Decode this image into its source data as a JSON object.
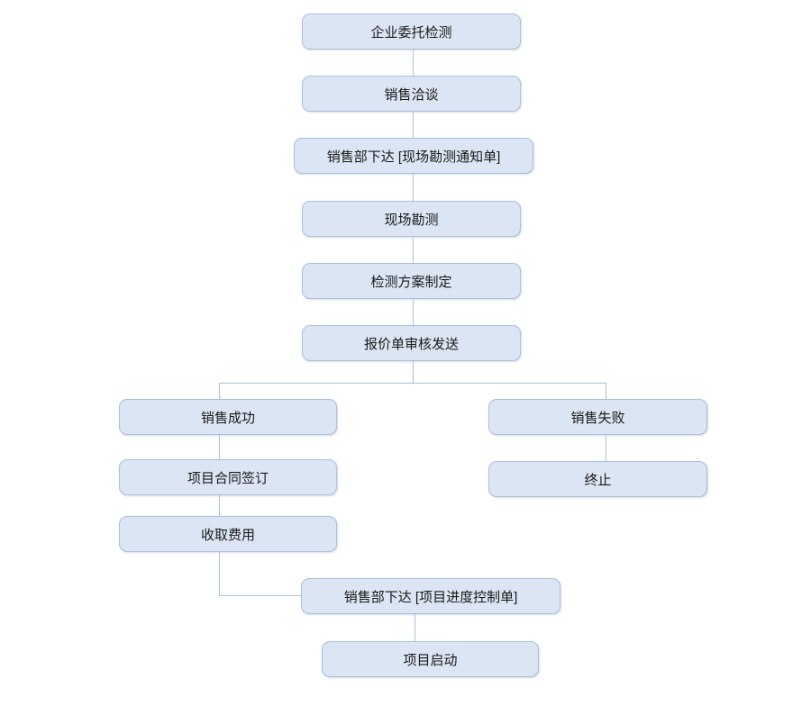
{
  "diagram": {
    "type": "flowchart",
    "background": "#ffffff",
    "node_fill": "#dbe5f3",
    "node_border": "#a9c0dd",
    "connector_color": "#a9c0dd",
    "text_color": "#1a1a1a",
    "nodes": [
      {
        "id": "enterprise-commission",
        "label": "企业委托检测"
      },
      {
        "id": "sales-negotiation",
        "label": "销售洽谈"
      },
      {
        "id": "survey-notice",
        "label": "销售部下达 [现场勘测通知单]"
      },
      {
        "id": "site-survey",
        "label": "现场勘测"
      },
      {
        "id": "test-plan",
        "label": "检测方案制定"
      },
      {
        "id": "quotation-review",
        "label": "报价单审核发送"
      },
      {
        "id": "sales-success",
        "label": "销售成功"
      },
      {
        "id": "sales-failure",
        "label": "销售失败"
      },
      {
        "id": "contract-signing",
        "label": "项目合同签订"
      },
      {
        "id": "terminate",
        "label": "终止"
      },
      {
        "id": "collect-fee",
        "label": "收取费用"
      },
      {
        "id": "progress-control",
        "label": "销售部下达 [项目进度控制单]"
      },
      {
        "id": "project-start",
        "label": "项目启动"
      }
    ],
    "edges": [
      [
        "enterprise-commission",
        "sales-negotiation"
      ],
      [
        "sales-negotiation",
        "survey-notice"
      ],
      [
        "survey-notice",
        "site-survey"
      ],
      [
        "site-survey",
        "test-plan"
      ],
      [
        "test-plan",
        "quotation-review"
      ],
      [
        "quotation-review",
        "sales-success"
      ],
      [
        "quotation-review",
        "sales-failure"
      ],
      [
        "sales-success",
        "contract-signing"
      ],
      [
        "sales-failure",
        "terminate"
      ],
      [
        "contract-signing",
        "collect-fee"
      ],
      [
        "collect-fee",
        "progress-control"
      ],
      [
        "progress-control",
        "project-start"
      ]
    ]
  }
}
